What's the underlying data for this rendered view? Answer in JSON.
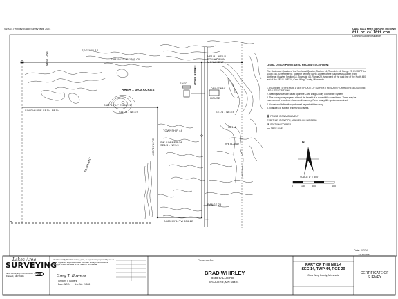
{
  "sheet": {
    "file_label": "S19024 (Whirley, Brad)(Survey)dwg, 2024",
    "callout": {
      "top": "CALL TOLL FREE BEFORE DIGGING",
      "number": "811 or call811.com",
      "sub": "Common Ground Alliance"
    }
  },
  "plan": {
    "labels": {
      "section": "SECTION 14",
      "section_line": "S 88°56'11\" E 1305.00'",
      "area": "AREA = 30.0 ACRES",
      "sw": "SW1/4 - NE1/4",
      "se": "SE1/4 - NE1/4",
      "township": "TOWNSHIP 44",
      "range": "RANGE 29",
      "easement": "EASEMENT",
      "road": "TIMBER ROAD",
      "bottom_line": "N 88°49'54\" W 656.22'",
      "left_line": "N 00°20'10\" E",
      "west_label": "WEST LINE",
      "driveway": "DRIVEWAY",
      "shed": "SHED",
      "house": "HOUSE",
      "sw_corner": "SW CORNER OF SE1/4 - NE1/4",
      "ne_corner": "NE1/4 - NE1/4 FOUND IRON MONUMENT",
      "wetland": "WETLAND",
      "mid_line": "S 88°49'54\" E 656.22'",
      "south_line": "SOUTH LINE SE1/4-NE1/4",
      "ne_label": "NE1/4",
      "north_arrow": "N"
    }
  },
  "notes": {
    "heading": "LEGAL DESCRIPTION (DEED RECORD EXCEPTION)",
    "legal": "The Southeast Quarter of the Northeast Quarter, Section 14, Township 44, Range 29, EXCEPT the South 450.00 feet thereof, together with the North 1.5 feet of the Southwest Quarter of the Northeast Quarter, Section 14, Township 44, Range 29, lying west of the east line of the North 450 feet of the SE1/4 - NE1/4, Crow Wing County, Minnesota.",
    "items": [
      "1. IN ORDER TO PREPARE A CERTIFICATE OF SURVEY, THE SURVEYOR HAS RELIED ON THE LEGAL DESCRIPTION.",
      "2. Bearings shown are based upon the Crow Wing County Coordinate System.",
      "3. This survey was prepared without the benefit of a current title commitment. There may be easements of record not shown on this survey. Refer to any title opinion or abstract.",
      "4. No wetland delineation performed as part of this survey.",
      "5. Total area of subject property 30.0 acres."
    ],
    "legend": [
      {
        "sym": "◉",
        "text": "FOUND IRON MONUMENT"
      },
      {
        "sym": "○",
        "text": "SET 1/2\" IRON PIPE, MARKED LIC NO 24508"
      },
      {
        "sym": "⊕",
        "text": "SECTION CORNER"
      },
      {
        "sym": "—",
        "text": "TREE LINE"
      }
    ]
  },
  "scale": {
    "label": "SCALE 1\" = 300'",
    "ticks": [
      "0",
      "150",
      "300",
      "600"
    ]
  },
  "title_block": {
    "logo_script": "Lakes Area",
    "logo_main": "SURVEYING",
    "logo_sub": "Land Surveying / Construction Staking",
    "logo_address": "Brainerd, MN 56401",
    "logo_badge": "LSA",
    "cert_text": "I hereby certify that this survey, plan, or report was prepared by me or under my direct supervision and that I am a duly Licensed Land Surveyor under the laws of the State of Minnesota.",
    "signature": "Greg T. Bowers",
    "surveyor_name": "Gregory T. Bowers",
    "date_label": "Date:",
    "date_value": "3/7/24",
    "lic_label": "Lic. No.",
    "lic_value": "24508",
    "prepared_for": "Prepared for:",
    "client_name": "BRAD WHIRLEY",
    "client_addr1": "8658 CALLIE RD.",
    "client_addr2": "BRAINERD, MN 56401",
    "part_title_1": "PART OF THE NE1/4",
    "part_title_2": "SEC 14, TWP 44, RGE 29",
    "county": "Crow Wing County, Minnesota",
    "cert_title_1": "CERTIFICATE OF",
    "cert_title_2": "SURVEY",
    "date_right": "Date: 3/7/24",
    "job_right": "Job #23-355"
  }
}
